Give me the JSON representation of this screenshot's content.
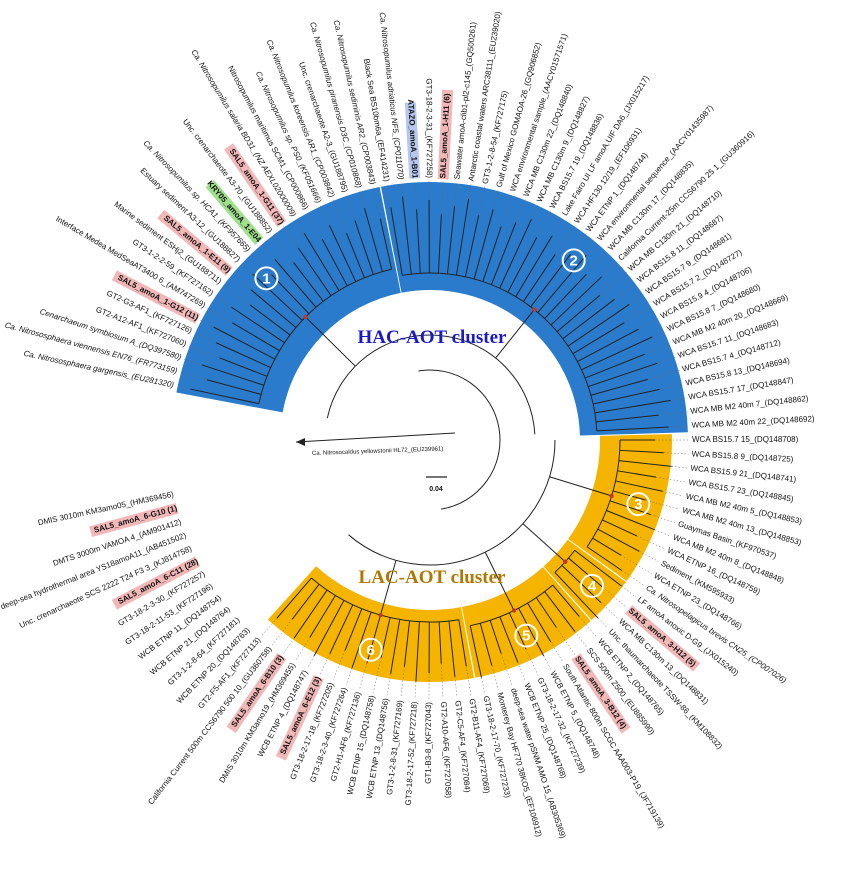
{
  "clusters": {
    "hac": {
      "label": "HAC-AOT cluster",
      "color": "#2b7bcc",
      "text_color": "#1a1acc"
    },
    "lac": {
      "label": "LAC-AOT cluster",
      "color": "#f5b400",
      "text_color": "#b07800"
    }
  },
  "groups": [
    {
      "number": "1",
      "cluster": "hac",
      "from": 0,
      "to": 21
    },
    {
      "number": "2",
      "cluster": "hac",
      "from": 22,
      "to": 53
    },
    {
      "number": "3",
      "cluster": "lac",
      "from": 54,
      "to": 65
    },
    {
      "number": "4",
      "cluster": "lac",
      "from": 66,
      "to": 69
    },
    {
      "number": "5",
      "cluster": "lac",
      "from": 70,
      "to": 79
    },
    {
      "number": "6",
      "cluster": "lac",
      "from": 80,
      "to": 96
    }
  ],
  "leaves": [
    {
      "label": "Ca. Nitrososphaera gargensis_(EU281320)",
      "italic": true
    },
    {
      "label": "Ca. Nitrososphaera viennensis EN76_(FR773159)",
      "italic": true
    },
    {
      "label": "Cenarchaeum symbiosum A_(DQ397580)",
      "italic": true
    },
    {
      "label": "GT2-A12-AF1_(KF727060)"
    },
    {
      "label": "GT2-G3-AF1_(KF727126)"
    },
    {
      "label": "SAL5_amoA_1-G12 (11)",
      "highlight": "#f2b8b8",
      "color": "#cc0000"
    },
    {
      "label": "Interface Medea MedSeaAT3400 6_(AM747269)"
    },
    {
      "label": "GT3-1-2-2-59_(KF727162)"
    },
    {
      "label": "Marine sediment ESHj2_(GU188711)"
    },
    {
      "label": "SAL5_amoA_1-E11 (9)",
      "highlight": "#f2b8b8",
      "color": "#cc0000"
    },
    {
      "label": "Estuary sediment A3-12_(GU188827)"
    },
    {
      "label": "Ca. Nitrosopumilus sp. HCA1_(KF957665)",
      "italic": true
    },
    {
      "label": "KRY05_amoA_1-E04",
      "highlight": "#9fe08a",
      "color": "#1a6e1a"
    },
    {
      "label": "Unc. crenarchaeote A3-70_(GU188852)"
    },
    {
      "label": "SAL5_amoA_1-G11 (37)",
      "highlight": "#f2b8b8",
      "color": "#cc0000"
    },
    {
      "label": "Ca. Nitrosopumilus salaria BD31_(NZ AEXL02000009)",
      "italic": true
    },
    {
      "label": "Nitrosopumilus maritimus SCM1_(CP000866)"
    },
    {
      "label": "Ca. Nitrosopumilus sp. PS0_(KF051666)",
      "italic": true
    },
    {
      "label": "Ca. Nitrosopumilus koreensis AR1_(CP003842)",
      "italic": true
    },
    {
      "label": "Unc. crenarchaeote A2-3_(GU188795)"
    },
    {
      "label": "Ca. Nitrosopumilus piranensis D3C_(CP010868)",
      "italic": true
    },
    {
      "label": "Ca. Nitrosopumilus sediminis AR2_(CP003843)",
      "italic": true
    },
    {
      "label": "Black Sea BS10bm6a_(EF414231)"
    },
    {
      "label": "Ca. Nitrosopumilus adriaticus NF5_(CP011070)",
      "italic": true
    },
    {
      "label": "ATAZO_amoA_1-B01",
      "highlight": "#b7c8f0",
      "color": "#1a2e99"
    },
    {
      "label": "GT3-18-2-3-31_(KF727258)"
    },
    {
      "label": "SAL5_amoA_1-H11 (6)",
      "highlight": "#f2b8b8",
      "color": "#cc0000"
    },
    {
      "label": "Seawater amoA-clib1-pl2-c145_(GQ500261)"
    },
    {
      "label": "Antarctic coastal waters ARC38111_(EU239020)"
    },
    {
      "label": "GT3-1-2-8-54_(KF727175)"
    },
    {
      "label": "Gulf of Mexico GOMAOA-26_(GQ906852)"
    },
    {
      "label": "WCA environmental sample_(AACY01571571)"
    },
    {
      "label": "WCA MB C130m 22_(DQ148840)"
    },
    {
      "label": "WCA MB C130m 9_(DQ148827)"
    },
    {
      "label": "WCA BS15.7 19_(DQ148836)"
    },
    {
      "label": "Lake Fairo UI LF amoA.UIF DA6_(JX015217)"
    },
    {
      "label": "WCA HF130 12/19_(EF106931)"
    },
    {
      "label": "WCA ETNP 1_(DQ148744)"
    },
    {
      "label": "WCA environmental sequence_(AACY01435987)"
    },
    {
      "label": "WCA MB C130m 17_(DQ148835)"
    },
    {
      "label": "California Current-25m CCS6790 25 1_(GU360916)"
    },
    {
      "label": "WCA MB C130m 21_(DQ148710)"
    },
    {
      "label": "WCA BS15.8 11_(DQ148687)"
    },
    {
      "label": "WCA BS15.7 9_(DQ148681)"
    },
    {
      "label": "WCA BS15.7 2_(DQ148727)"
    },
    {
      "label": "WCA BS15.9 4_(DQ148706)"
    },
    {
      "label": "WCA BS15.8 7_(DQ148680)"
    },
    {
      "label": "WCA MB M2 40m 20_(DQ148669)"
    },
    {
      "label": "WCA BS15.7 11_(DQ148683)"
    },
    {
      "label": "WCA BS15.7 4_(DQ148712)"
    },
    {
      "label": "WCA BS15.8 13_(DQ148694)"
    },
    {
      "label": "WCA BS15.7 17_(DQ148847)"
    },
    {
      "label": "WCA MB M2 40m 7_(DQ148862)"
    },
    {
      "label": "WCA MB M2 40m 22_(DQ148692)"
    },
    {
      "label": "WCA BS15.7 15_(DQ148708)"
    },
    {
      "label": "WCA BS15.8 9_(DQ148725)"
    },
    {
      "label": "WCA BS15.9 21_(DQ148741)"
    },
    {
      "label": "WCA BS15.7 23_(DQ148845)"
    },
    {
      "label": "WCA MB M2 40m 5_(DQ148853)"
    },
    {
      "label": "WCA MB M2 40m 13_(DQ148853)"
    },
    {
      "label": "Guaymas Basin_(KF970537)"
    },
    {
      "label": "WCA MB M2 40m 8_(DQ148848)"
    },
    {
      "label": "WCA ETNP 16_(DQ148759)"
    },
    {
      "label": "Sediment_(KM595933)"
    },
    {
      "label": "WCA ETNP 23_(DQ148766)"
    },
    {
      "label": "Ca. Nitrosopelagicus brevis CN25_(CP007026)",
      "italic": true
    },
    {
      "label": "LF amoA anoxic D-G9_(JX015240)"
    },
    {
      "label": "SAL5_amoA_3-H12 (5)",
      "highlight": "#f2b8b8",
      "color": "#cc0000"
    },
    {
      "label": "WCA MB C130m 13_(DQ148831)"
    },
    {
      "label": "Unc. thaumarchaeote TSSW-86_(KM108832)"
    },
    {
      "label": "WCB ETNP 2_(DQ148765)"
    },
    {
      "label": "SCS 500m Z500_(EU885990)"
    },
    {
      "label": "SAL5_amoA_3-B12 (4)",
      "highlight": "#f2b8b8",
      "color": "#cc0000"
    },
    {
      "label": "South Atlantic 800m SCGC AAA003-P19_(JF719139)"
    },
    {
      "label": "WCB ETNP 5_(DQ148748)"
    },
    {
      "label": "GT3-18-2-17-32_(KF727239)"
    },
    {
      "label": "WCB ETNP 25_(DQ148768)"
    },
    {
      "label": "deep-sea water pSNM AMO 15_(AB305369)"
    },
    {
      "label": "Monterey Bay HF770 38KO5_(EF106912)"
    },
    {
      "label": "GT3-18-2-17-70_(KF727233)"
    },
    {
      "label": "GT2-B11-AF4_(KF727069)"
    },
    {
      "label": "GT2-C5-AF4_(KF727084)"
    },
    {
      "label": "GT2-A10-AF6_(KF727058)"
    },
    {
      "label": "GT1-B3-8_(KF727043)"
    },
    {
      "label": "GT3-18-2-17-52_(KF727218)"
    },
    {
      "label": "GT3-1-2-8-31_(KF727169)"
    },
    {
      "label": "WCB ETNP 13_(DQ148756)"
    },
    {
      "label": "WCB ETNP 15_(DQ148758)"
    },
    {
      "label": "GT2-H1-AF6_(KF727136)"
    },
    {
      "label": "GT3-18-2-3-40_(KF727264)"
    },
    {
      "label": "GT3-18-2-17-18_(KF727205)"
    },
    {
      "label": "SAL5_amoA_6-E12 (3)",
      "highlight": "#f2b8b8",
      "color": "#cc0000"
    },
    {
      "label": "WCB ETNP 4_(DQ148747)"
    },
    {
      "label": "DMIS 3010m KM3amo19_(HM369455)"
    },
    {
      "label": "SAL5_amoA_6-B10 (3)",
      "highlight": "#f2b8b8",
      "color": "#cc0000"
    },
    {
      "label": "California Current 500m CCS6790 500 10_(GU360758)"
    },
    {
      "label": "GT2-F5-AF1_(KF727113)"
    },
    {
      "label": "WCB ETNP 20_(DQ148763)"
    },
    {
      "label": "GT3-1-2-8-64_(KF727181)"
    },
    {
      "label": "WCB ETNP 21_(DQ148764)"
    },
    {
      "label": "WCB ETNP 11_(DQ148754)"
    },
    {
      "label": "GT3-18-2-11-53_(KF727196)"
    },
    {
      "label": "GT3-18-2-3-30_(KF727257)"
    },
    {
      "label": "SAL5_amoA_6-C11 (28)",
      "highlight": "#f2b8b8",
      "color": "#cc0000"
    },
    {
      "label": "Unc. crenarchaeote SCS 2222 T24 F3 3_(KJ814758)"
    },
    {
      "label": "deep-sea hydrothermal area YS18amoA11_(AB451502)"
    },
    {
      "label": "DMTS 3000m VAMOA 4_(AM901412)"
    },
    {
      "label": "SAL5_amoA_6-G10 (1)",
      "highlight": "#f2b8b8",
      "color": "#cc0000"
    },
    {
      "label": "DMIS 3010m KM3amo05_(HM369456)"
    }
  ],
  "outgroup": {
    "label": "Ca. Nitrosocaldus yellowstonii HL72_(EU239961)"
  },
  "scale_bar": {
    "label": "0.04"
  }
}
